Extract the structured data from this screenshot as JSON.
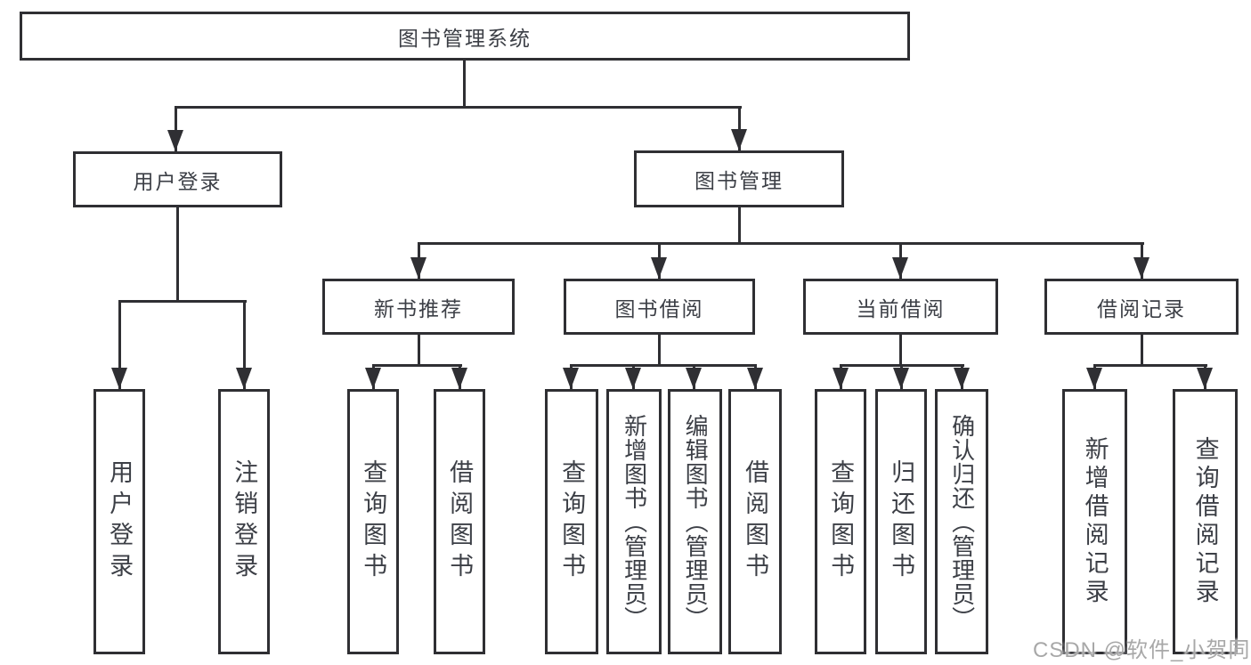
{
  "diagram": {
    "root_label": "图书管理系统",
    "login_branch": {
      "label": "用户登录",
      "children": [
        "用户登录",
        "注销登录"
      ]
    },
    "mgmt_branch": {
      "label": "图书管理",
      "groups": [
        {
          "label": "新书推荐",
          "children": [
            "查询图书",
            "借阅图书"
          ]
        },
        {
          "label": "图书借阅",
          "children": [
            "查询图书",
            "新增图书（管理员）",
            "编辑图书（管理员）",
            "借阅图书"
          ]
        },
        {
          "label": "当前借阅",
          "children": [
            "查询图书",
            "归还图书",
            "确认归还（管理员）"
          ]
        },
        {
          "label": "借阅记录",
          "children": [
            "新增借阅记录",
            "查询借阅记录"
          ]
        }
      ]
    },
    "watermark": "CSDN @软件_小贺同学",
    "colors": {
      "line": "#2f2f33",
      "box_border": "#2f2f33",
      "text": "#3c3f46",
      "watermark": "#a8a8a8",
      "background": "#ffffff"
    }
  }
}
